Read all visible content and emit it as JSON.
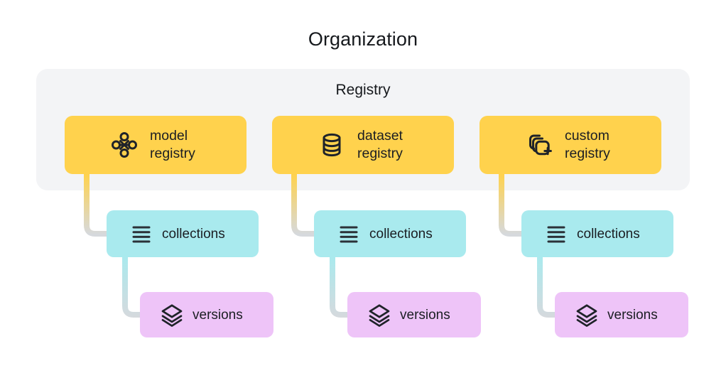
{
  "title": "Organization",
  "registry": {
    "label": "Registry",
    "cards": [
      {
        "icon": "model-graph-icon",
        "label": "model\nregistry"
      },
      {
        "icon": "database-cylinder-icon",
        "label": "dataset\nregistry"
      },
      {
        "icon": "stacked-squares-plus-icon",
        "label": "custom\nregistry"
      }
    ]
  },
  "collections": [
    {
      "icon": "list-lines-icon",
      "label": "collections"
    },
    {
      "icon": "list-lines-icon",
      "label": "collections"
    },
    {
      "icon": "list-lines-icon",
      "label": "collections"
    }
  ],
  "versions": [
    {
      "icon": "layers-stack-icon",
      "label": "versions"
    },
    {
      "icon": "layers-stack-icon",
      "label": "versions"
    },
    {
      "icon": "layers-stack-icon",
      "label": "versions"
    }
  ],
  "colors": {
    "registry_card": "#ffd24d",
    "collections_card": "#a9eaee",
    "versions_card": "#eec4f8",
    "registry_panel": "#f3f4f6",
    "icon_stroke": "#1f2329",
    "connector_gray": "#d6d9dd",
    "background": "#ffffff"
  }
}
